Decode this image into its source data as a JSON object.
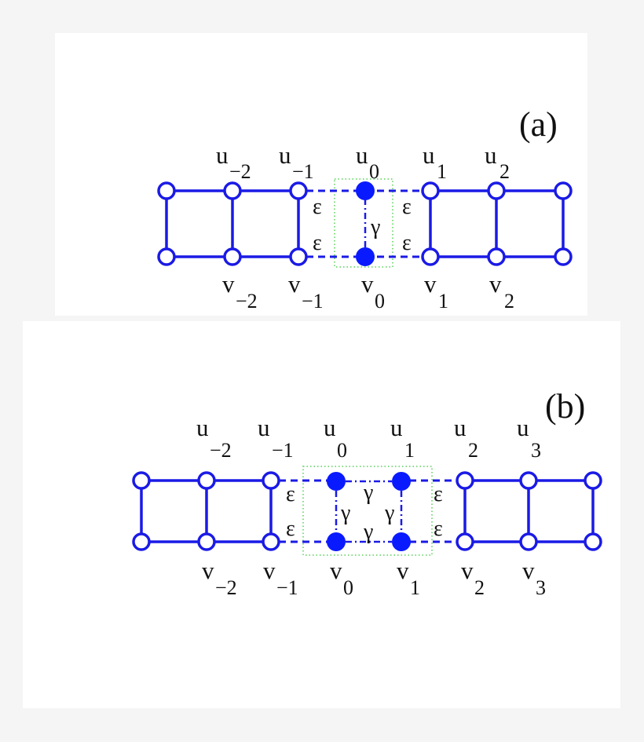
{
  "colors": {
    "background": "#f5f5f5",
    "panel": "#ffffff",
    "lattice": "#1a1ae6",
    "node_fill": "#0a1aff",
    "box": "#7fdc7f",
    "text": "#111111"
  },
  "panel_a": {
    "tag": "(a)",
    "top_labels": [
      {
        "main": "u",
        "sub": "−2"
      },
      {
        "main": "u",
        "sub": "−1"
      },
      {
        "main": "u",
        "sub": "0"
      },
      {
        "main": "u",
        "sub": "1"
      },
      {
        "main": "u",
        "sub": "2"
      }
    ],
    "bottom_labels": [
      {
        "main": "v",
        "sub": "−2"
      },
      {
        "main": "v",
        "sub": "−1"
      },
      {
        "main": "v",
        "sub": "0"
      },
      {
        "main": "v",
        "sub": "1"
      },
      {
        "main": "v",
        "sub": "2"
      }
    ],
    "coupling_labels": {
      "epsilon": "ε",
      "gamma": "γ"
    }
  },
  "panel_b": {
    "tag": "(b)",
    "top_labels": [
      {
        "main": "u",
        "sub": "−2"
      },
      {
        "main": "u",
        "sub": "−1"
      },
      {
        "main": "u",
        "sub": "0"
      },
      {
        "main": "u",
        "sub": "1"
      },
      {
        "main": "u",
        "sub": "2"
      },
      {
        "main": "u",
        "sub": "3"
      }
    ],
    "bottom_labels": [
      {
        "main": "v",
        "sub": "−2"
      },
      {
        "main": "v",
        "sub": "−1"
      },
      {
        "main": "v",
        "sub": "0"
      },
      {
        "main": "v",
        "sub": "1"
      },
      {
        "main": "v",
        "sub": "2"
      },
      {
        "main": "v",
        "sub": "3"
      }
    ],
    "coupling_labels": {
      "epsilon": "ε",
      "gamma": "γ"
    }
  }
}
